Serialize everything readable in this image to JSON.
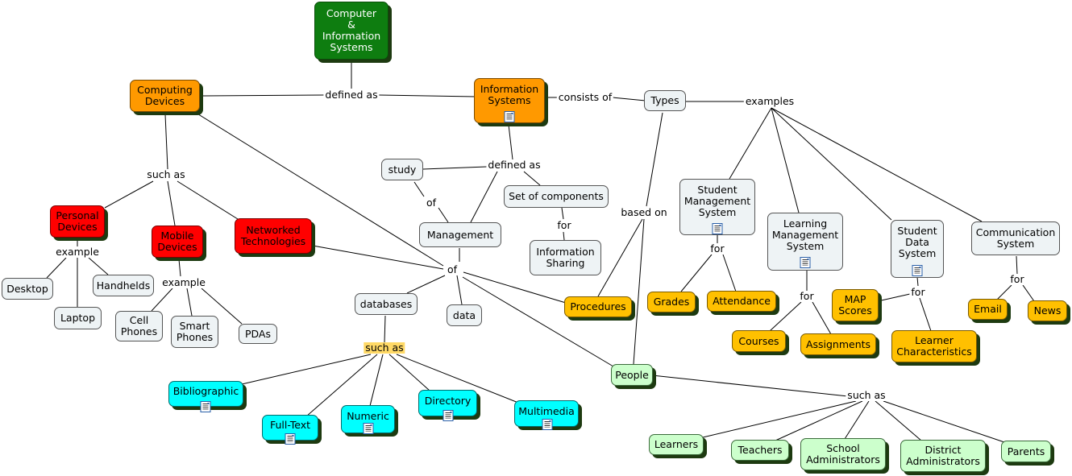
{
  "colors": {
    "green": "#0e7d10",
    "orange": "#ff9900",
    "red": "#ff0000",
    "white": "#eef3f5",
    "gold": "#ffc000",
    "cyan": "#00ffff",
    "light_green": "#ccffcc",
    "highlight": "#ffd966"
  },
  "concepts": {
    "cis": "Computer\n&\nInformation\nSystems",
    "computing_devices": "Computing\nDevices",
    "information_systems": "Information\nSystems",
    "types": "Types",
    "personal_devices": "Personal\nDevices",
    "mobile_devices": "Mobile\nDevices",
    "networked_technologies": "Networked\nTechnologies",
    "desktop": "Desktop",
    "laptop": "Laptop",
    "handhelds": "Handhelds",
    "cell_phones": "Cell\nPhones",
    "smart_phones": "Smart\nPhones",
    "pdas": "PDAs",
    "study": "study",
    "management": "Management",
    "set_of_components": "Set of components",
    "information_sharing": "Information\nSharing",
    "databases": "databases",
    "data": "data",
    "procedures": "Procedures",
    "people": "People",
    "bibliographic": "Bibliographic",
    "full_text": "Full-Text",
    "numeric": "Numeric",
    "directory": "Directory",
    "multimedia": "Multimedia",
    "student_management_system": "Student\nManagement\nSystem",
    "learning_management_system": "Learning\nManagement\nSystem",
    "student_data_system": "Student\nData\nSystem",
    "communication_system": "Communication\nSystem",
    "grades": "Grades",
    "attendance": "Attendance",
    "courses": "Courses",
    "assignments": "Assignments",
    "map_scores": "MAP\nScores",
    "learner_characteristics": "Learner\nCharacteristics",
    "email": "Email",
    "news": "News",
    "learners": "Learners",
    "teachers": "Teachers",
    "school_administrators": "School\nAdministrators",
    "district_administrators": "District\nAdministrators",
    "parents": "Parents"
  },
  "phrases": {
    "defined_as_top": "defined as",
    "consists_of": "consists of",
    "examples": "examples",
    "such_as_devices": "such as",
    "example_personal": "example",
    "example_mobile": "example",
    "defined_as_is": "defined as",
    "of_study": "of",
    "for_sharing": "for",
    "based_on": "based on",
    "of_main": "of",
    "such_as_databases": "such as",
    "for_sms": "for",
    "for_lms": "for",
    "for_sds": "for",
    "for_comm": "for",
    "such_as_people": "such as"
  }
}
